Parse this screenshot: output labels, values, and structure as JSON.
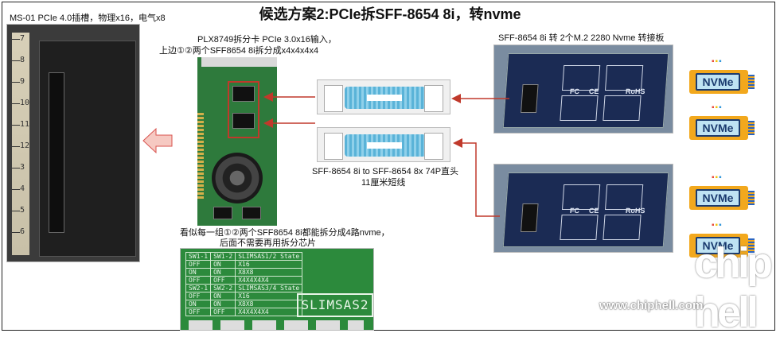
{
  "title": "候选方案2:PCIe拆SFF-8654 8i，转nvme",
  "labels": {
    "ms01": "MS-01 PCIe 4.0插槽，物理x16，电气x8",
    "plx_line1": "PLX8749拆分卡 PCIe 3.0x16输入，",
    "plx_line2": "上边①②两个SFF8654 8i拆分成x4x4x4x4",
    "adapter": "SFF-8654 8i 转 2个M.2 2280 Nvme 转接板",
    "cable_line1": "SFF-8654 8i to SFF-8654 8x 74P直头",
    "cable_line2": "11厘米短线",
    "note_line1": "看似每一组①②两个SFF8654 8i都能拆分成4路nvme，",
    "note_line2": "后面不需要再用拆分芯片"
  },
  "ruler_numbers": [
    "7",
    "8",
    "9",
    "10",
    "11",
    "12",
    "3",
    "4",
    "5",
    "6"
  ],
  "nvme_label": "NVMe",
  "adapter_marks": {
    "fc": "FC",
    "ce": "CE",
    "rohs": "RoHS"
  },
  "slimsas_table": {
    "rows_a": [
      [
        "SW1-1",
        "SW1-2",
        "SLIMSAS1/2 State"
      ],
      [
        "OFF",
        "ON",
        "X16"
      ],
      [
        "ON",
        "ON",
        "X8X8"
      ],
      [
        "OFF",
        "OFF",
        "X4X4X4X4"
      ]
    ],
    "rows_b": [
      [
        "SW2-1",
        "SW2-2",
        "SLIMSAS3/4 State"
      ],
      [
        "OFF",
        "ON",
        "X16"
      ],
      [
        "ON",
        "ON",
        "X8X8"
      ],
      [
        "OFF",
        "OFF",
        "X4X4X4X4"
      ]
    ],
    "badge": "SLIMSAS2"
  },
  "watermark": "www.chiphell.com",
  "colors": {
    "arrow": "#c0392b",
    "big_arrow_fill": "#f6c9c2",
    "big_arrow_stroke": "#d9534f"
  }
}
